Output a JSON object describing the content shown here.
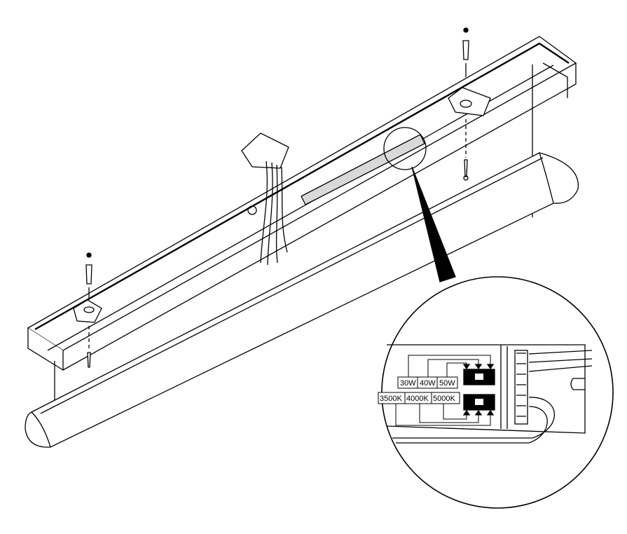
{
  "diagram": {
    "wattage_options": [
      "30W",
      "40W",
      "50W"
    ],
    "cct_options": [
      "3500K",
      "4000K",
      "5000K"
    ],
    "colors": {
      "line": "#000000",
      "background": "#ffffff",
      "driver": "#d9d9d9"
    }
  }
}
